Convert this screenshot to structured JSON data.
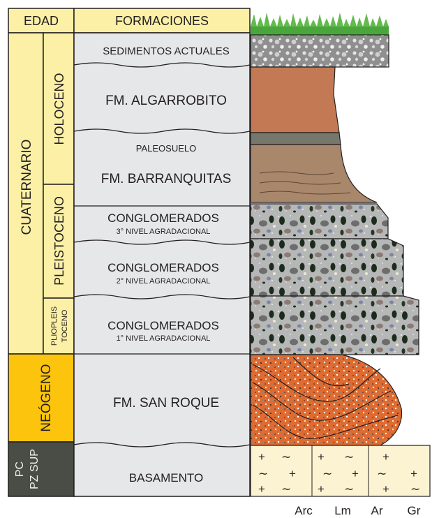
{
  "header": {
    "age": "EDAD",
    "formations": "FORMACIONES"
  },
  "eras": {
    "cuaternario": "CUATERNARIO",
    "neogeno": "NEÓGENO",
    "basement_age_line1": "PC",
    "basement_age_line2": "PZ SUP"
  },
  "epochs": {
    "holoceno": "HOLOCENO",
    "pleistoceno": "PLEISTOCENO",
    "pliopleistoceno_line1": "PLIOPLEIS",
    "pliopleistoceno_line2": "TOCENO"
  },
  "formations": {
    "sedimentos": "SEDIMENTOS ACTUALES",
    "algarrobito": "FM. ALGARROBITO",
    "paleosuelo": "PALEOSUELO",
    "barranquitas": "FM. BARRANQUITAS",
    "cong3_title": "CONGLOMERADOS",
    "cong3_sub": "3° NIVEL AGRADACIONAL",
    "cong2_title": "CONGLOMERADOS",
    "cong2_sub": "2° NIVEL AGRADACIONAL",
    "cong1_title": "CONGLOMERADOS",
    "cong1_sub": "1° NIVEL AGRADACIONAL",
    "san_roque": "FM. SAN ROQUE",
    "basamento": "BASAMENTO"
  },
  "grain_scale": {
    "arc": "Arc",
    "lm": "Lm",
    "ar": "Ar",
    "gr": "Gr"
  },
  "colors": {
    "cuaternario": "#fbf0a6",
    "neogeno": "#fcc40c",
    "basement_age": "#4a4d45",
    "formation_column": "#e6e7e8",
    "algarrobito": "#c37a54",
    "paleosuelo": "#77786d",
    "barranquitas": "#a9876b",
    "conglomerate": "#b8b8b8",
    "san_roque": "#dd6b32",
    "basement_rock": "#fbf3d2",
    "grass": "#58b746"
  }
}
